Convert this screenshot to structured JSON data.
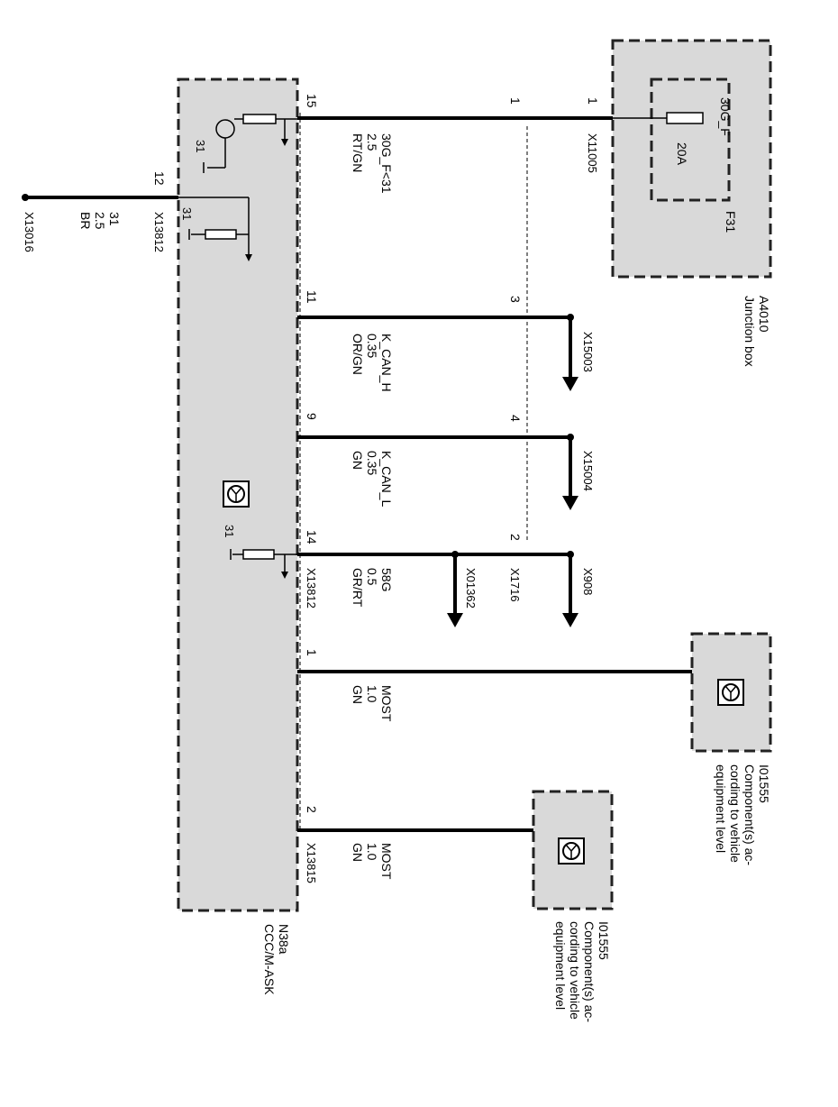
{
  "colors": {
    "box_fill": "#d9d9d9",
    "box_border": "#222222",
    "wire": "#000000",
    "background": "#ffffff"
  },
  "modules": {
    "main": {
      "id": "N38a",
      "name": "CCC/M-ASK",
      "icon": "control-unit-icon"
    },
    "junction": {
      "id": "A4010",
      "name": "Junction box"
    },
    "fuse": {
      "id": "F31",
      "signal": "30G_F",
      "rating": "20A"
    },
    "comp1": {
      "id": "I01555",
      "line1": "Component(s) ac-",
      "line2": "cording to vehicle",
      "line3": "equipment level",
      "icon": "control-unit-icon"
    },
    "comp2": {
      "id": "I01555",
      "line1": "Component(s) ac-",
      "line2": "cording to vehicle",
      "line3": "equipment level",
      "icon": "control-unit-icon"
    }
  },
  "ground": {
    "pin": "12",
    "connector": "X13812",
    "terminal": "X13016",
    "signal": "31",
    "gauge": "2.5",
    "color": "BR",
    "internal_label": "31"
  },
  "wires": [
    {
      "pin": "15",
      "sig": "30G_F<31",
      "gauge": "2.5",
      "color": "RT/GN",
      "mid_pin": "1",
      "end_pin": "1",
      "end_conn": "X11005",
      "int": "31"
    },
    {
      "pin": "11",
      "sig": "K_CAN_H",
      "gauge": "0.35",
      "color": "OR/GN",
      "mid_pin": "3",
      "end_conn": "X15003"
    },
    {
      "pin": "9",
      "sig": "K_CAN_L",
      "gauge": "0.35",
      "color": "GN",
      "mid_pin": "4",
      "end_conn": "X15004"
    },
    {
      "pin": "14",
      "sig": "58G",
      "gauge": "0.5",
      "color": "GR/RT",
      "mid_pin": "2",
      "mid_conn": "X1716",
      "end_conn": "X908",
      "branch_conn": "X01362",
      "conn": "X13812",
      "int": "31"
    },
    {
      "pin": "1",
      "sig": "MOST",
      "gauge": "1.0",
      "color": "GN"
    },
    {
      "pin": "2",
      "sig": "MOST",
      "gauge": "1.0",
      "color": "GN",
      "conn": "X13815"
    }
  ]
}
